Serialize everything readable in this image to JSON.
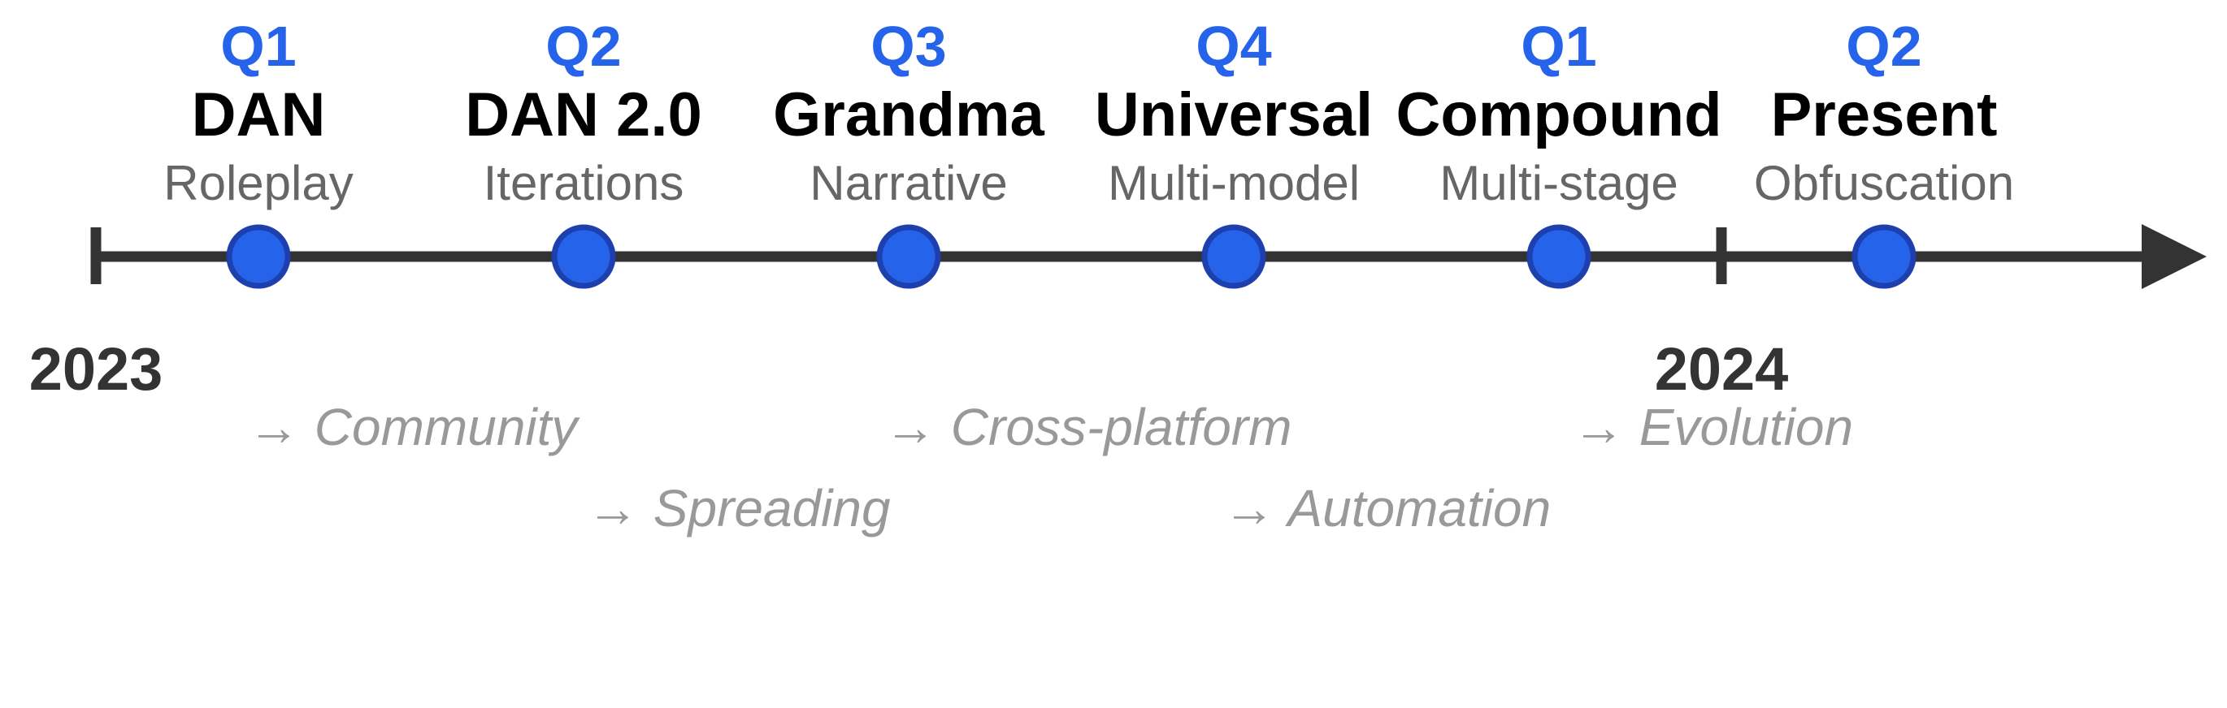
{
  "timeline": {
    "colors": {
      "axis": "#333333",
      "marker_fill": "#2563eb",
      "marker_stroke": "#1e40af",
      "quarter_text": "#2563eb",
      "title_text": "#000000",
      "subtitle_text": "#666666",
      "note_text": "#999999",
      "year_text": "#333333"
    },
    "years": [
      "2023",
      "2024"
    ],
    "events": [
      {
        "quarter": "Q1",
        "title": "DAN",
        "subtitle": "Roleplay"
      },
      {
        "quarter": "Q2",
        "title": "DAN 2.0",
        "subtitle": "Iterations"
      },
      {
        "quarter": "Q3",
        "title": "Grandma",
        "subtitle": "Narrative"
      },
      {
        "quarter": "Q4",
        "title": "Universal",
        "subtitle": "Multi-model"
      },
      {
        "quarter": "Q1",
        "title": "Compound",
        "subtitle": "Multi-stage"
      },
      {
        "quarter": "Q2",
        "title": "Present",
        "subtitle": "Obfuscation"
      }
    ],
    "notes": [
      "→ Community",
      "→ Spreading",
      "→ Cross-platform",
      "→ Automation",
      "→ Evolution"
    ]
  }
}
